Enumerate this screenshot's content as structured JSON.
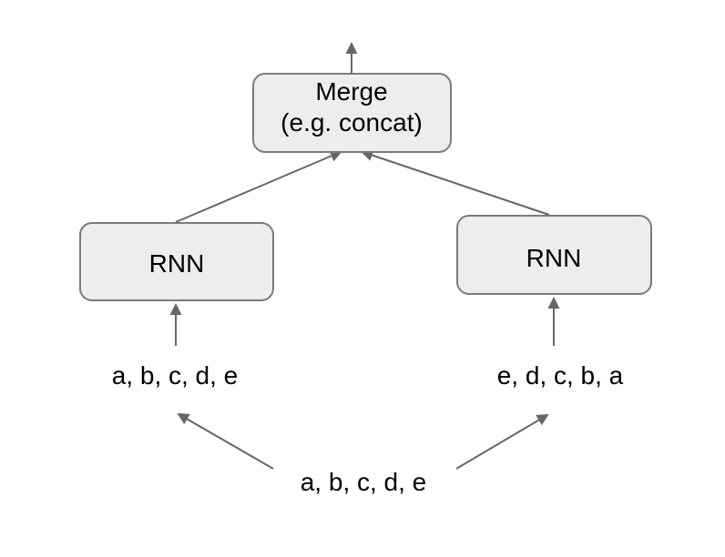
{
  "colors": {
    "background": "#ffffff",
    "node_fill": "#ededed",
    "node_border": "#7b7b7b",
    "arrow": "#666666",
    "text": "#000000"
  },
  "nodes": {
    "merge": {
      "line1": "Merge",
      "line2": "(e.g. concat)"
    },
    "rnn_left": {
      "label": "RNN"
    },
    "rnn_right": {
      "label": "RNN"
    },
    "sequence_left": {
      "label": "a, b, c, d, e"
    },
    "sequence_right": {
      "label": "e, d, c, b, a"
    },
    "sequence_input": {
      "label": "a, b, c, d, e"
    }
  },
  "edges": [
    {
      "from": "sequence_input",
      "to": "sequence_left"
    },
    {
      "from": "sequence_input",
      "to": "sequence_right"
    },
    {
      "from": "sequence_left",
      "to": "rnn_left"
    },
    {
      "from": "sequence_right",
      "to": "rnn_right"
    },
    {
      "from": "rnn_left",
      "to": "merge"
    },
    {
      "from": "rnn_right",
      "to": "merge"
    },
    {
      "from": "merge",
      "to": "output"
    }
  ]
}
